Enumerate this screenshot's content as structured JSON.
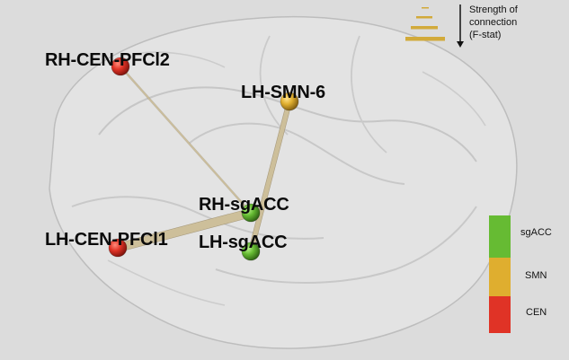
{
  "nodes": [
    {
      "id": "rh_cen_pfcl2",
      "label": "RH-CEN-PFCl2",
      "network": "CEN"
    },
    {
      "id": "lh_smn_6",
      "label": "LH-SMN-6",
      "network": "SMN"
    },
    {
      "id": "rh_sgacc",
      "label": "RH-sgACC",
      "network": "sgACC"
    },
    {
      "id": "lh_cen_pfcl1",
      "label": "LH-CEN-PFCl1",
      "network": "CEN"
    },
    {
      "id": "lh_sgacc",
      "label": "LH-sgACC",
      "network": "sgACC"
    }
  ],
  "edges": [
    {
      "from": "rh_cen_pfcl2",
      "to": "rh_sgacc",
      "strength": "weak"
    },
    {
      "from": "lh_smn_6",
      "to": "lh_sgacc",
      "strength": "medium"
    },
    {
      "from": "lh_cen_pfcl1",
      "to": "rh_sgacc",
      "strength": "strong"
    }
  ],
  "strength_legend": {
    "line1": "Strength of",
    "line2": "connection",
    "line3": "(F-stat)",
    "bar_color": "#d2aa3a"
  },
  "network_legend": [
    {
      "label": "sgACC",
      "color": "#66bb33"
    },
    {
      "label": "SMN",
      "color": "#dfae2f"
    },
    {
      "label": "CEN",
      "color": "#e03326"
    }
  ],
  "colors": {
    "background": "#dcdcdc",
    "brain_fill": "#e6e6e6",
    "brain_stroke": "#bdbdbd",
    "edge": "#cdbf9a"
  }
}
